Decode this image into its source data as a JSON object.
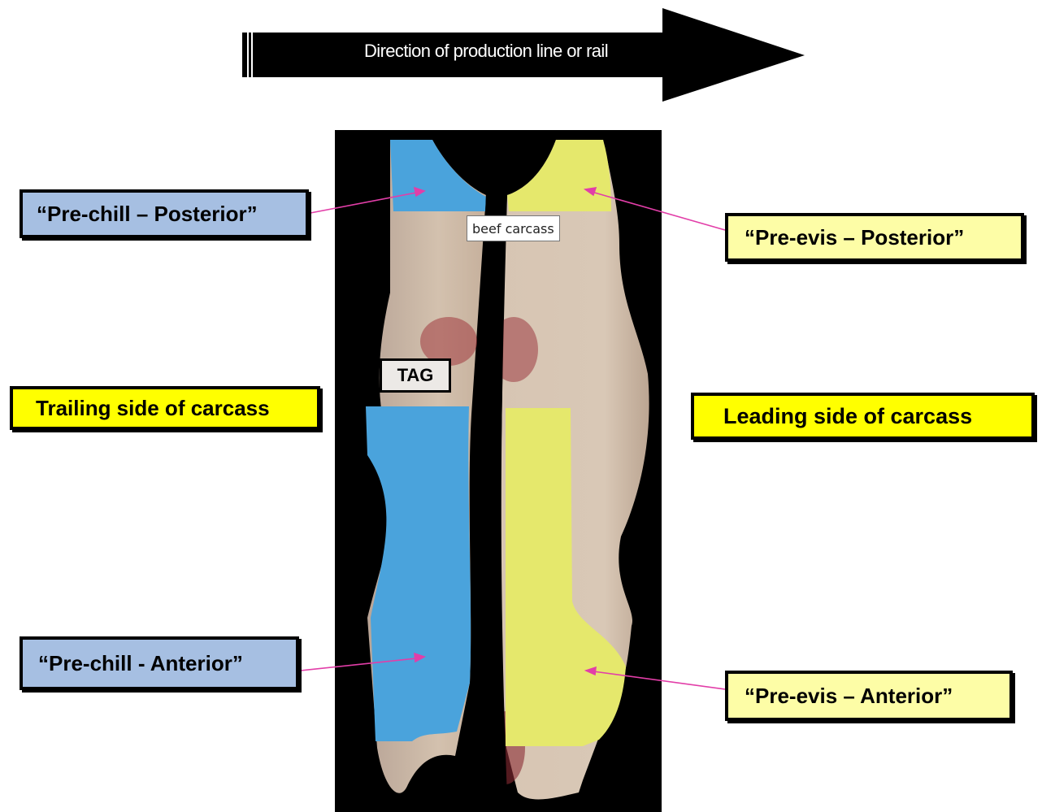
{
  "arrow": {
    "label": "Direction of production line or rail"
  },
  "labels": {
    "prechill_posterior": "“Pre-chill – Posterior”",
    "prechill_anterior": "“Pre-chill - Anterior”",
    "preevis_posterior": "“Pre-evis – Posterior”",
    "preevis_anterior": "“Pre-evis – Anterior”",
    "trailing_side": "Trailing side of carcass",
    "leading_side": "Leading side of carcass",
    "tag": "TAG",
    "tooltip": "beef carcass"
  },
  "colors": {
    "prechill_region": "#4aa3dc",
    "preevis_region": "#e5e86c",
    "prechill_label_bg": "#a6bfe2",
    "preevis_label_bg": "#fdfda6",
    "side_label_bg": "#ffff00",
    "leader_line": "#e23ea8"
  }
}
